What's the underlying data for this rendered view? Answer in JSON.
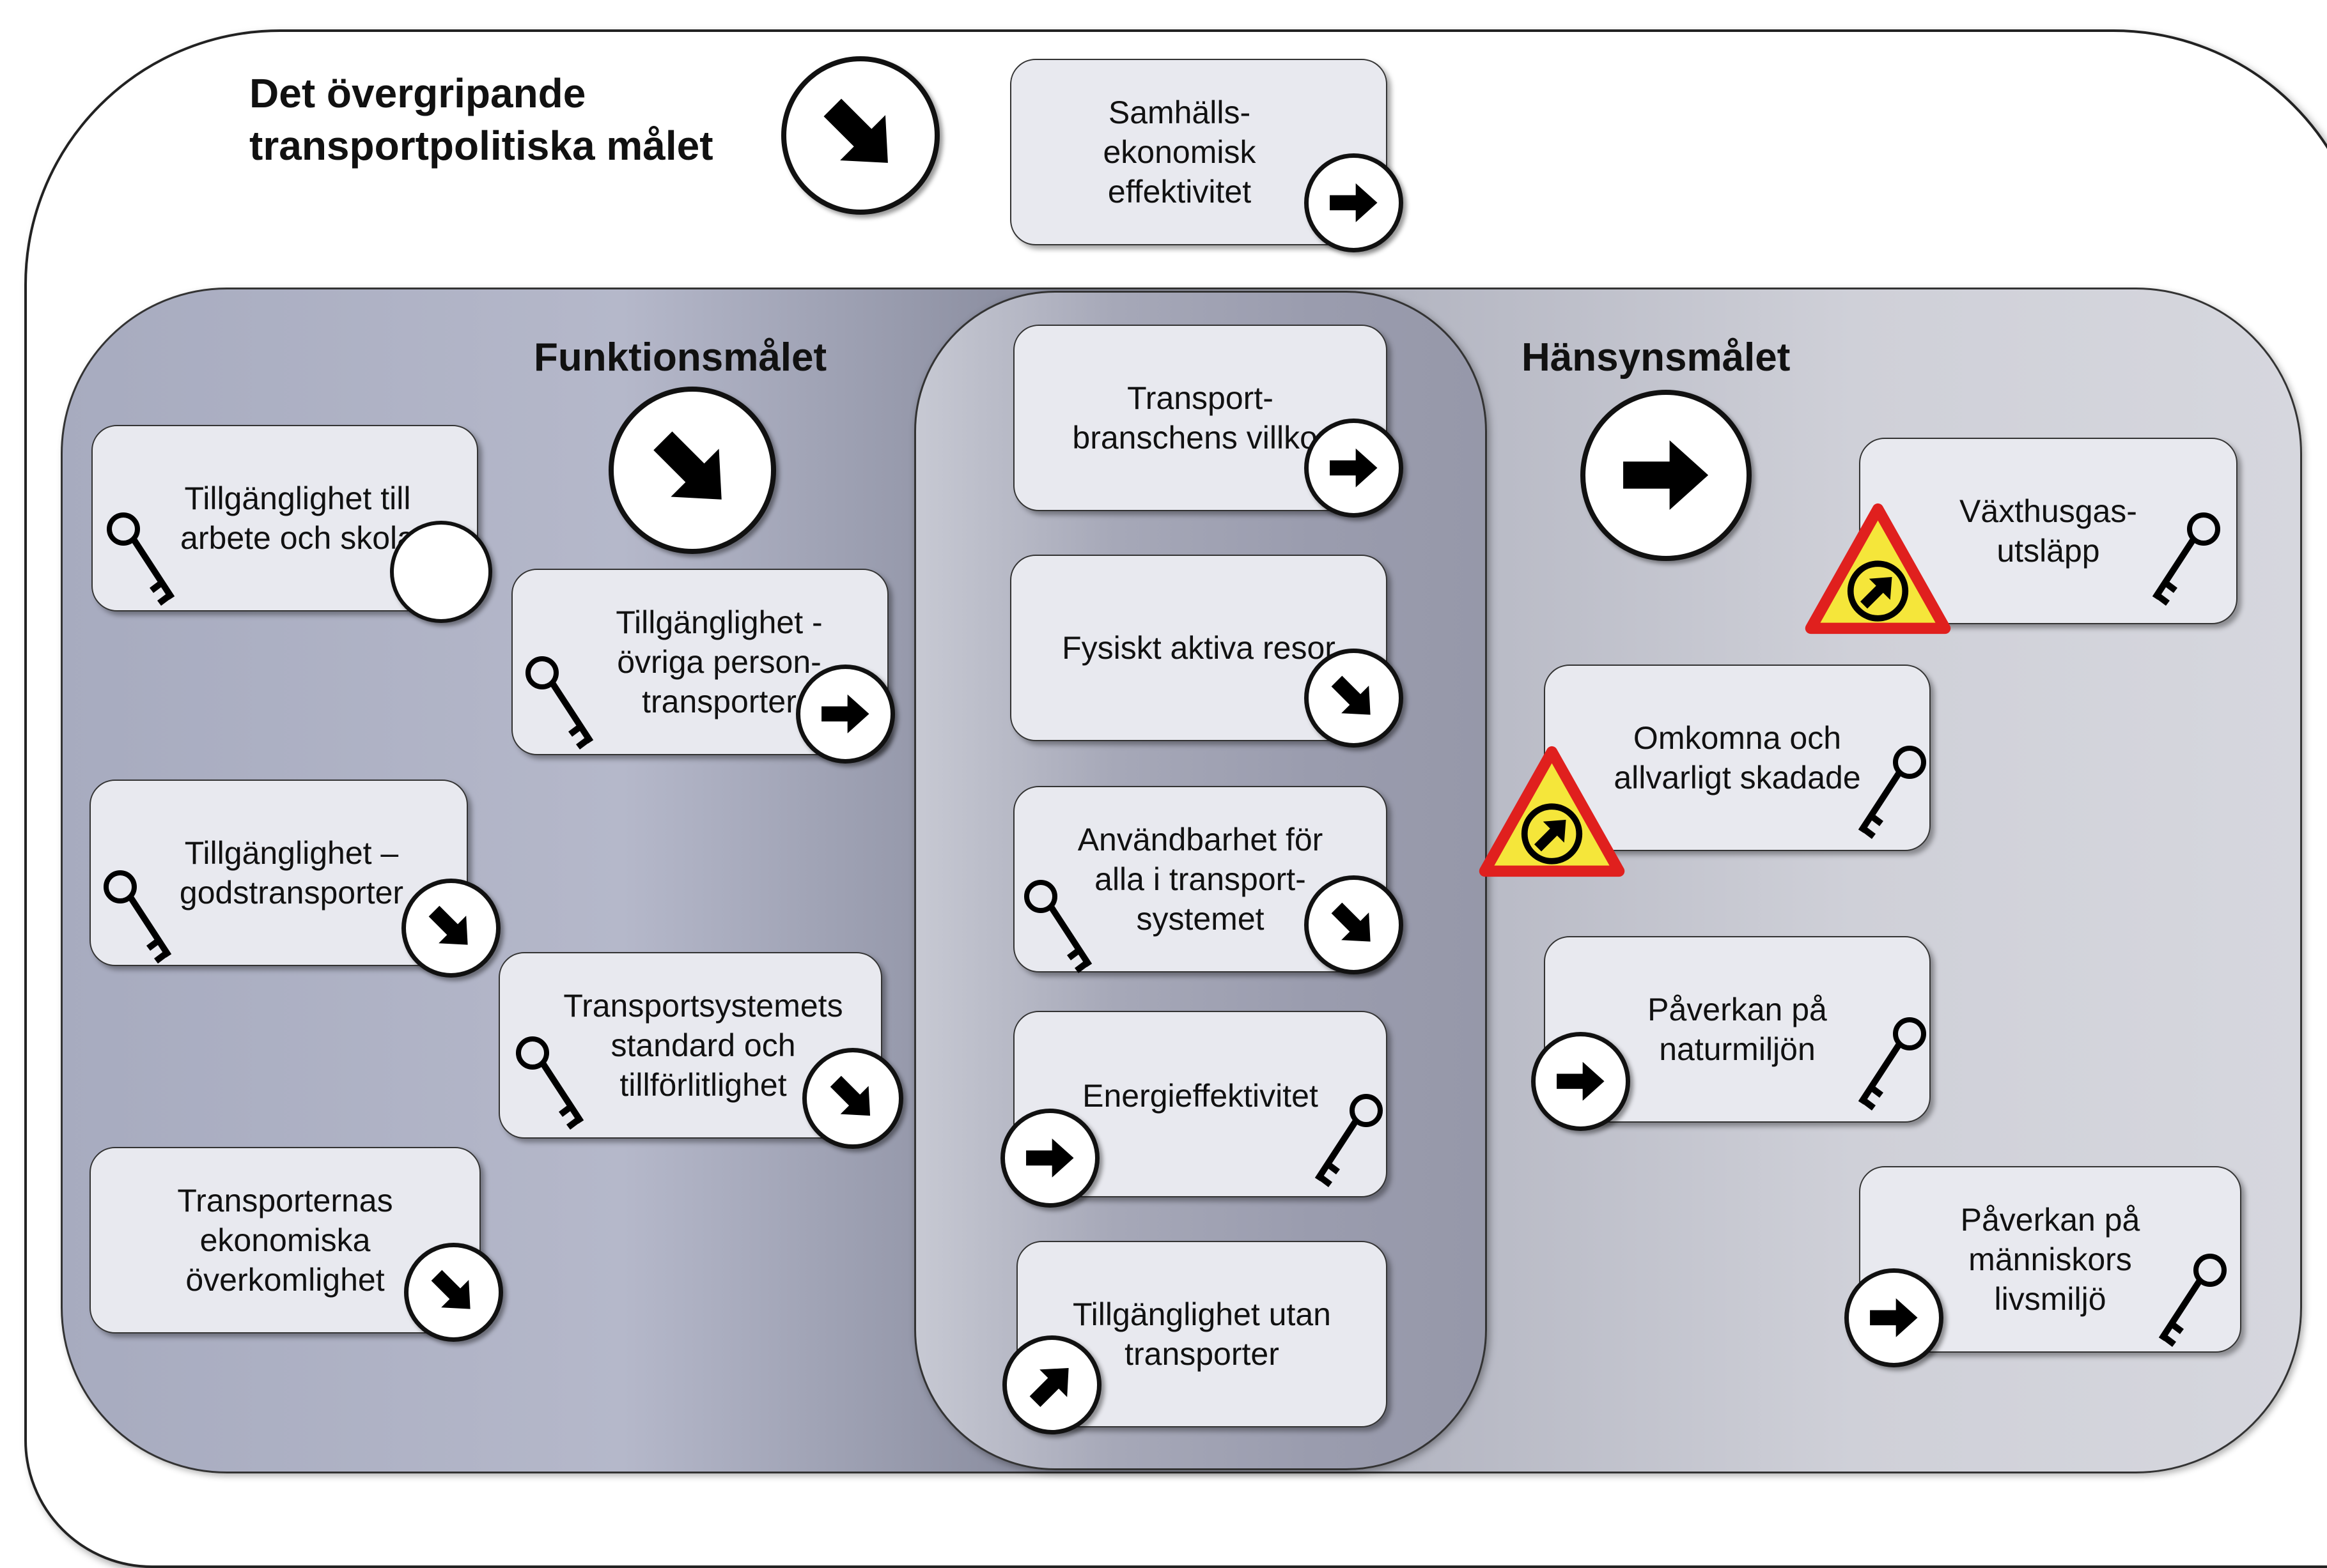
{
  "top": {
    "title": "Det övergripande\ntransportpolitiska målet",
    "efficiency": "Samhälls-\nekonomisk\neffektivitet"
  },
  "functional": {
    "title": "Funktionsmålet",
    "goals": [
      "Tillgänglighet till\narbete och skola",
      "Tillgänglighet -\növriga person-\ntransporter",
      "Tillgänglighet –\ngodstransporter",
      "Transportsystemets\nstandard och\ntillförlitlighet",
      "Transporternas\nekonomiska\növerkomlighet"
    ]
  },
  "shared": {
    "goals": [
      "Transport-\nbranschens villkor",
      "Fysiskt aktiva resor",
      "Användbarhet för\nalla i transport-\nsystemet",
      "Energieffektivitet",
      "Tillgänglighet utan\ntransporter"
    ]
  },
  "consideration": {
    "title": "Hänsynsmålet",
    "goals": [
      "Växthusgas-\nutsläpp",
      "Omkomna och\nallvarligt skadade",
      "Påverkan på\nnaturmiljön",
      "Påverkan på\nmänniskors\nlivsmiljö"
    ]
  },
  "colors": {
    "warning_fill": "#f5e63a",
    "warning_border": "#e0201e",
    "arrow": "#000000"
  },
  "icons": {
    "trend_right": "arrow-right-icon",
    "trend_down_right": "arrow-down-right-icon",
    "trend_up_right": "arrow-up-right-icon",
    "key": "key-icon",
    "warning": "warning-triangle-icon"
  }
}
